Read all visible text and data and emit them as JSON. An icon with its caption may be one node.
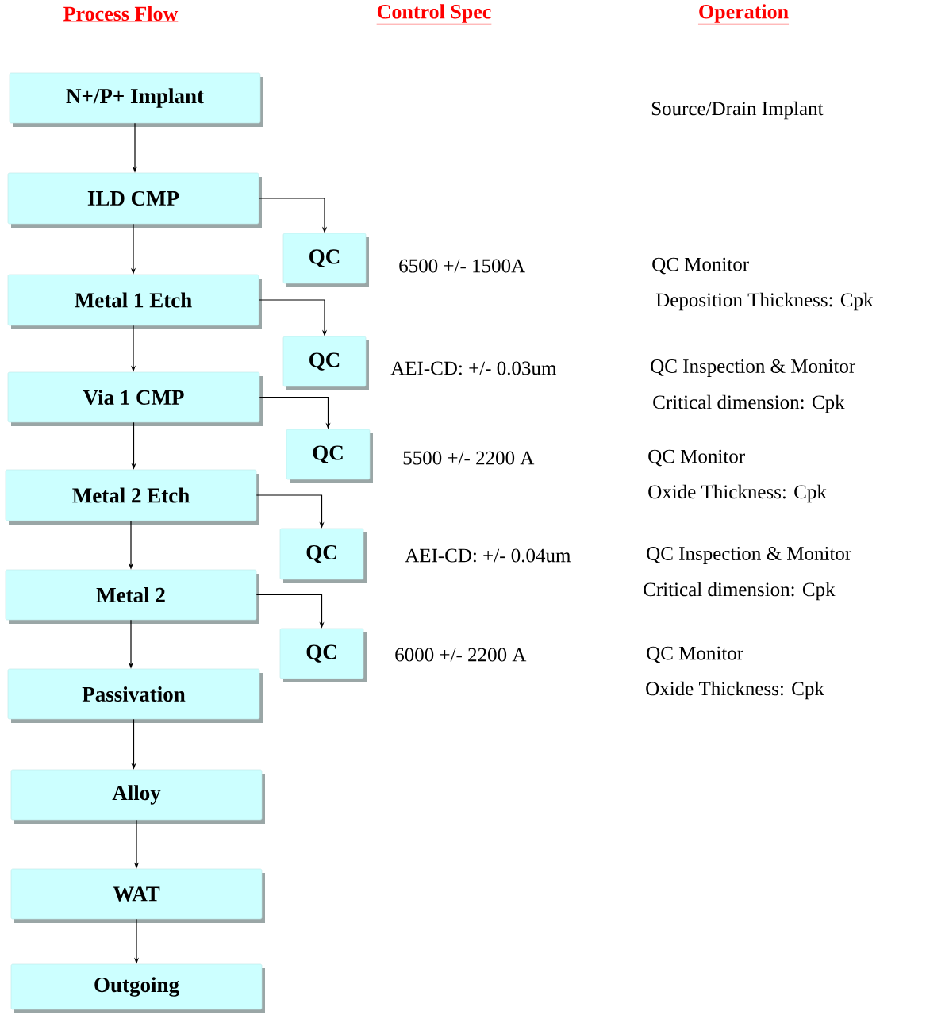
{
  "diagram": {
    "nodes": [
      {
        "text": [
          "N+/P+ Implant"
        ]
      },
      {
        "text": [
          "ILD CMP"
        ]
      },
      {
        "text": [
          "QC"
        ],
        "beside": [
          "6500 +/- 1500A"
        ]
      },
      {
        "text": [
          "Metal 1 Etch"
        ]
      },
      {
        "text": [
          "QC"
        ],
        "beside": [
          "AEI-CD: +/- 0.03um"
        ]
      },
      {
        "text": [
          "Via 1 CMP"
        ]
      },
      {
        "text": [
          "QC"
        ],
        "beside": [
          "5500 +/- 2200 A"
        ]
      },
      {
        "text": [
          "Metal 2 Etch"
        ]
      },
      {
        "text": [
          "QC"
        ],
        "beside": [
          "AEI-CD: +/- 0.04um"
        ]
      },
      {
        "text": [
          "Metal 2"
        ]
      },
      {
        "text": [
          "QC"
        ],
        "beside": [
          "6000 +/- 2200 A"
        ]
      },
      {
        "text": [
          "Passivation"
        ]
      },
      {
        "text": [
          "Alloy"
        ]
      },
      {
        "text": [
          "WAT"
        ]
      },
      {
        "text": [
          "Outgoing"
        ]
      }
    ],
    "edges": [
      {
        "from": 0,
        "to": 1,
        "arrow": "to"
      },
      {
        "from": 1,
        "to": 2,
        "arrow": "to"
      },
      {
        "from": 1,
        "to": 3,
        "arrow": "to"
      },
      {
        "from": 3,
        "to": 4,
        "arrow": "to"
      },
      {
        "from": 3,
        "to": 5,
        "arrow": "to"
      },
      {
        "from": 5,
        "to": 6,
        "arrow": "to"
      },
      {
        "from": 5,
        "to": 7,
        "arrow": "to"
      },
      {
        "from": 7,
        "to": 8,
        "arrow": "to"
      },
      {
        "from": 7,
        "to": 9,
        "arrow": "to"
      },
      {
        "from": 9,
        "to": 10,
        "arrow": "to"
      },
      {
        "from": 9,
        "to": 11,
        "arrow": "to"
      },
      {
        "from": 11,
        "to": 12,
        "arrow": "to"
      },
      {
        "from": 12,
        "to": 13,
        "arrow": "to"
      },
      {
        "from": 13,
        "to": 14,
        "arrow": "to"
      }
    ],
    "labels": [
      "Process Flow",
      "Control Spec",
      "Operation",
      "Source/Drain Implant",
      "QC Monitor",
      "Deposition Thickness: Cpk",
      "QC Inspection & Monitor",
      "Critical dimension: Cpk",
      "QC Monitor",
      "Oxide Thickness: Cpk",
      "QC Inspection & Monitor",
      "Critical dimension: Cpk",
      "QC Monitor",
      "Oxide Thickness: Cpk"
    ]
  }
}
